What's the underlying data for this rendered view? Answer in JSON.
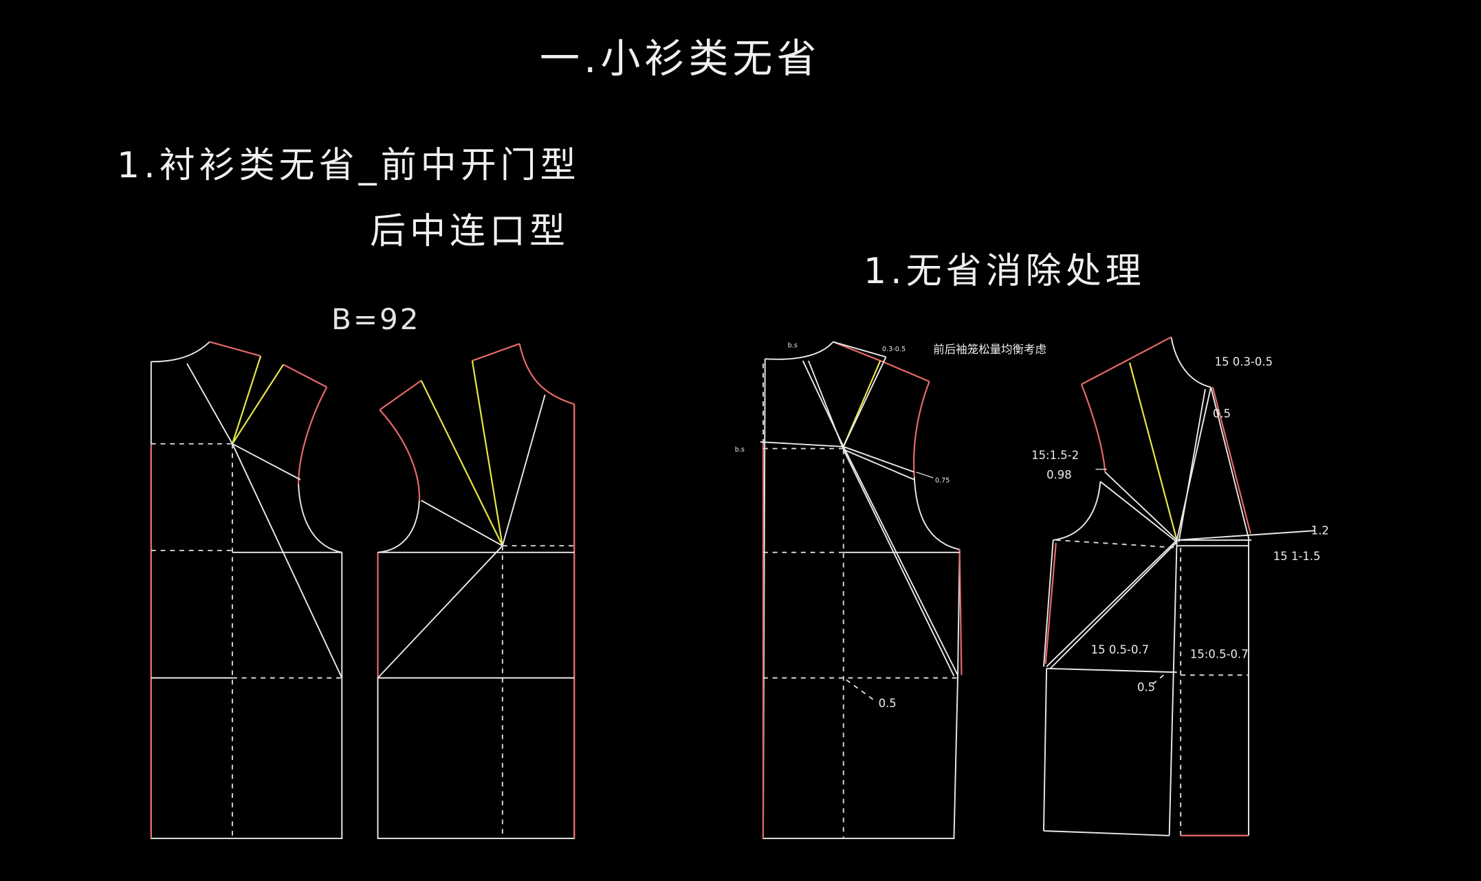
{
  "titles": {
    "main": "一.小衫类无省",
    "sub1_line1": "1.衬衫类无省_前中开门型",
    "sub1_line2": "后中连口型",
    "bust": "B=92",
    "sub2": "1.无省消除处理"
  },
  "annotations": {
    "ease_note": "前后袖笼松量均衡考虑",
    "top_left_tag": "b.s",
    "top_mid_tag": "0.3-0.5",
    "side_tag": "b.s",
    "armhole_tag": "0.75",
    "front_hem_val": "0.5",
    "back_shoulder_ratio": "15 0.3-0.5",
    "back_val_05_a": "0.5",
    "back_ratio_a": "15:1.5-2",
    "back_val_098": "0.98",
    "back_val_12": "1.2",
    "back_ratio_b": "15 1-1.5",
    "back_ratio_c": "15 0.5-0.7",
    "back_ratio_d": "15:0.5-0.7",
    "back_val_05_b": "0.5"
  },
  "colors": {
    "background": "#000000",
    "outline": "#ebebeb",
    "seam_red": "#e86a6a",
    "dart_yellow": "#e8e84a"
  }
}
